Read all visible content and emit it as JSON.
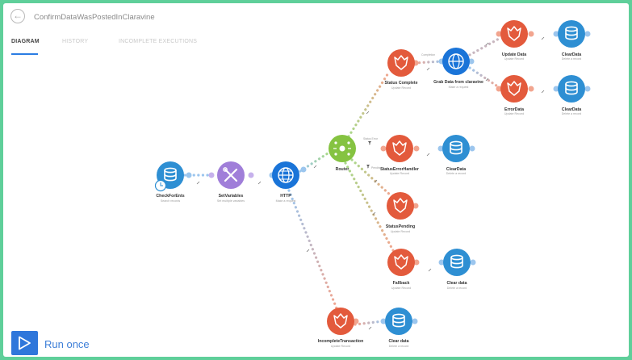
{
  "scenario": {
    "title": "ConfirmDataWasPostedInClaravine"
  },
  "tabs": [
    {
      "label": "DIAGRAM",
      "active": true
    },
    {
      "label": "HISTORY",
      "active": false
    },
    {
      "label": "INCOMPLETE EXECUTIONS",
      "active": false
    }
  ],
  "colors": {
    "datastore": "#2e8fd3",
    "tools": "#a07ed9",
    "http": "#1a74d8",
    "router": "#85c341",
    "claravine": "#e35a3c",
    "background_frame": "#5fcf9a"
  },
  "modules": [
    {
      "id": "checkforents",
      "label": "CheckForEnts",
      "sub": "Search records",
      "icon": "datastore-icon",
      "type": "datastore",
      "has_schedule": true
    },
    {
      "id": "setvariables",
      "label": "SetVariables",
      "sub": "Set multiple variables",
      "icon": "tools-icon",
      "type": "tools"
    },
    {
      "id": "http",
      "label": "HTTP",
      "sub": "Make a request",
      "icon": "globe-icon",
      "type": "http"
    },
    {
      "id": "router",
      "label": "Router",
      "sub": "",
      "icon": "router-icon",
      "type": "router"
    },
    {
      "id": "status-complete",
      "label": "Status Complete",
      "sub": "Update Record",
      "icon": "claravine-icon",
      "type": "claravine"
    },
    {
      "id": "grab-data",
      "label": "Grab Data from claravine",
      "sub": "Make a request",
      "icon": "globe-icon",
      "type": "http"
    },
    {
      "id": "update-data",
      "label": "Update Data",
      "sub": "Update Record",
      "icon": "claravine-icon",
      "type": "claravine"
    },
    {
      "id": "cleardata-1",
      "label": "ClearData",
      "sub": "Delete a record",
      "icon": "datastore-icon",
      "type": "datastore"
    },
    {
      "id": "errordata",
      "label": "ErrorData",
      "sub": "Update Record",
      "icon": "claravine-icon",
      "type": "claravine"
    },
    {
      "id": "cleardata-2",
      "label": "ClearData",
      "sub": "Delete a record",
      "icon": "datastore-icon",
      "type": "datastore"
    },
    {
      "id": "statuserrorhandler",
      "label": "StatusErrorHandler",
      "sub": "Update Record",
      "icon": "claravine-icon",
      "type": "claravine"
    },
    {
      "id": "cleardata-3",
      "label": "ClearData",
      "sub": "Delete a record",
      "icon": "datastore-icon",
      "type": "datastore"
    },
    {
      "id": "statuspending",
      "label": "StatusPending",
      "sub": "Update Record",
      "icon": "claravine-icon",
      "type": "claravine"
    },
    {
      "id": "fallback",
      "label": "Fallback",
      "sub": "Update Record",
      "icon": "claravine-icon",
      "type": "claravine"
    },
    {
      "id": "clear-data-1",
      "label": "Clear data",
      "sub": "Delete a record",
      "icon": "datastore-icon",
      "type": "datastore"
    },
    {
      "id": "incompletetransaction",
      "label": "IncompleteTransaction",
      "sub": "Update Record",
      "icon": "claravine-icon",
      "type": "claravine"
    },
    {
      "id": "clear-data-2",
      "label": "Clear data",
      "sub": "Delete a record",
      "icon": "datastore-icon",
      "type": "datastore"
    }
  ],
  "filter_labels": {
    "status_complete": "Status Complete",
    "status_error": "Status Error",
    "pending": "Pending",
    "completion": "Completion"
  },
  "run": {
    "label": "Run once"
  }
}
